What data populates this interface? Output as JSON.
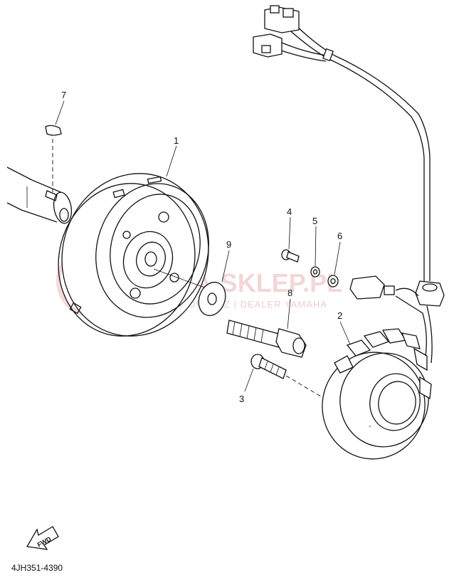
{
  "diagram": {
    "part_code": "4JH351-4390",
    "fwd_label": "FWD",
    "callouts": [
      {
        "id": "1",
        "label": "1"
      },
      {
        "id": "2",
        "label": "2"
      },
      {
        "id": "3",
        "label": "3"
      },
      {
        "id": "4",
        "label": "4"
      },
      {
        "id": "5",
        "label": "5"
      },
      {
        "id": "6",
        "label": "6"
      },
      {
        "id": "7",
        "label": "7"
      },
      {
        "id": "8",
        "label": "8"
      },
      {
        "id": "9",
        "label": "9"
      }
    ]
  },
  "watermark": {
    "brand": "YAMA-SKLEP.PL",
    "tagline": "WORKSHOP NICZ | DEALER YAMAHA"
  },
  "colors": {
    "line": "#111111",
    "watermark": "#e8b8b8"
  }
}
